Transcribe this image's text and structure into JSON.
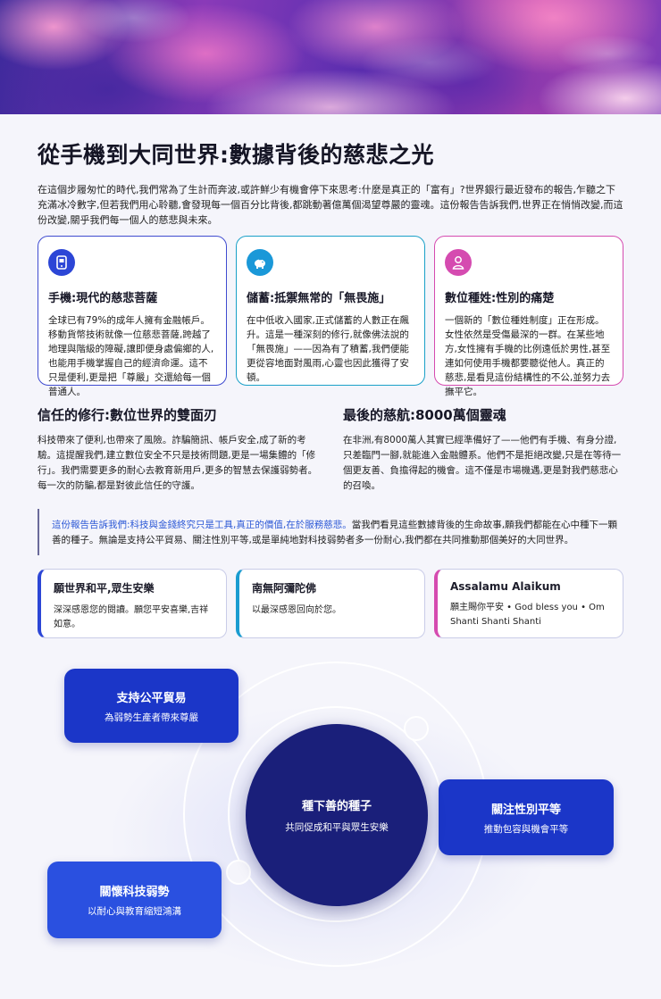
{
  "title": "從手機到大同世界:數據背後的慈悲之光",
  "intro": "在這個步履匆忙的時代,我們常為了生計而奔波,或許鮮少有機會停下來思考:什麼是真正的「富有」?世界銀行最近發布的報告,乍聽之下充滿冰冷數字,但若我們用心聆聽,會發現每一個百分比背後,都跳動著億萬個渴望尊嚴的靈魂。這份報告告訴我們,世界正在悄悄改變,而這份改變,關乎我們每一個人的慈悲與未來。",
  "cards": [
    {
      "icon": "phone-icon",
      "title": "手機:現代的慈悲菩薩",
      "text": "全球已有79%的成年人擁有金融帳戶。移動貨幣技術就像一位慈悲菩薩,跨越了地理與階級的障礙,讓即便身處偏鄉的人,也能用手機掌握自己的經濟命運。這不只是便利,更是把「尊嚴」交還給每一個普通人。"
    },
    {
      "icon": "piggy-bank-icon",
      "title": "儲蓄:抵禦無常的「無畏施」",
      "text": "在中低收入國家,正式儲蓄的人數正在飆升。這是一種深刻的修行,就像佛法說的「無畏施」——因為有了積蓄,我們便能更從容地面對風雨,心靈也因此獲得了安頓。"
    },
    {
      "icon": "person-icon",
      "title": "數位種姓:性別的痛楚",
      "text": "一個新的「數位種姓制度」正在形成。女性依然是受傷最深的一群。在某些地方,女性擁有手機的比例遠低於男性,甚至連如何使用手機都要聽從他人。真正的慈悲,是看見這份結構性的不公,並努力去撫平它。"
    }
  ],
  "sections": [
    {
      "heading": "信任的修行:數位世界的雙面刃",
      "text": "科技帶來了便利,也帶來了風險。詐騙簡訊、帳戶安全,成了新的考驗。這提醒我們,建立數位安全不只是技術問題,更是一場集體的「修行」。我們需要更多的耐心去教育新用戶,更多的智慧去保護弱勢者。每一次的防騙,都是對彼此信任的守護。"
    },
    {
      "heading": "最後的慈航:8000萬個靈魂",
      "text": "在非洲,有8000萬人其實已經準備好了——他們有手機、有身分證,只差臨門一腳,就能進入金融體系。他們不是拒絕改變,只是在等待一個更友善、負擔得起的機會。這不僅是市場機遇,更是對我們慈悲心的召喚。"
    }
  ],
  "quote": {
    "highlight": "這份報告告訴我們:科技與金錢終究只是工具,真正的價值,在於服務慈悲。",
    "rest": "當我們看見這些數據背後的生命故事,願我們都能在心中種下一顆善的種子。無論是支持公平貿易、關注性別平等,或是單純地對科技弱勢者多一份耐心,我們都在共同推動那個美好的大同世界。"
  },
  "blessings": [
    {
      "title": "願世界和平,眾生安樂",
      "text": "深深感恩您的閱讀。願您平安喜樂,吉祥如意。"
    },
    {
      "title": "南無阿彌陀佛",
      "text": "以最深感恩回向於您。"
    },
    {
      "title": "Assalamu Alaikum",
      "text": "願主賜你平安 • God bless you • Om Shanti Shanti Shanti"
    }
  ],
  "diagram": {
    "center": {
      "title": "種下善的種子",
      "subtitle": "共同促成和平與眾生安樂"
    },
    "nodes": [
      {
        "title": "支持公平貿易",
        "subtitle": "為弱勢生產者帶來尊嚴"
      },
      {
        "title": "關注性別平等",
        "subtitle": "推動包容與機會平等"
      },
      {
        "title": "關懷科技弱勢",
        "subtitle": "以耐心與教育縮短鴻溝"
      }
    ]
  },
  "colors": {
    "primary": "#2c46d6",
    "teal": "#1a9cd0",
    "magenta": "#d54bb0",
    "center_circle": "#1a1f7a"
  }
}
